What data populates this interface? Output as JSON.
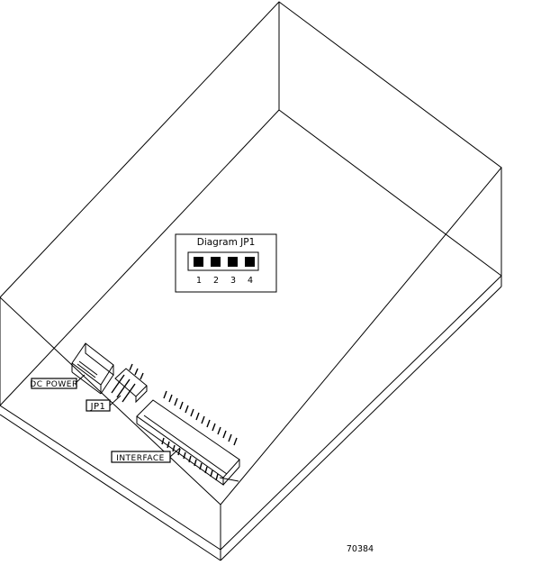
{
  "diagram": {
    "inset": {
      "title": "Diagram JP1",
      "pins": [
        "1",
        "2",
        "3",
        "4"
      ]
    },
    "labels": {
      "dc_power": "DC POWER",
      "jp1": "JP1",
      "interface": "INTERFACE"
    },
    "figure_number": "70384"
  }
}
